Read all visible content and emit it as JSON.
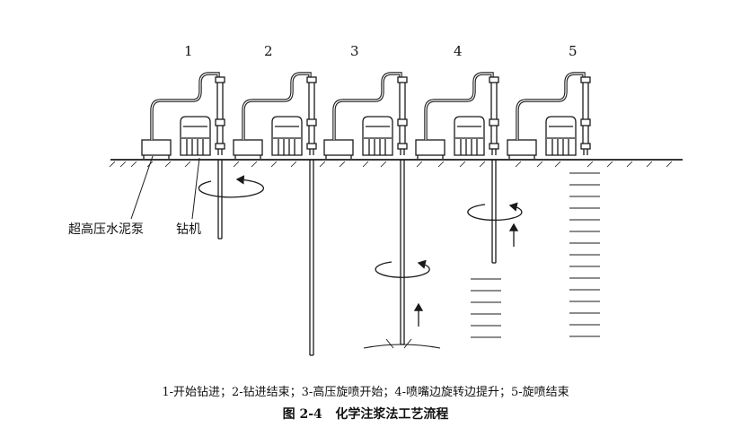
{
  "figure": {
    "step_numbers": [
      "1",
      "2",
      "3",
      "4",
      "5"
    ],
    "callouts": {
      "pump": "超高压水泥泵",
      "drill": "钻机"
    },
    "legend_text": "1-开始钻进；2-钻进结束；3-高压旋喷开始；4-喷嘴边旋转边提升；5-旋喷结束",
    "caption": "图 2-4   化学注浆法工艺流程"
  },
  "colors": {
    "line": "#1a1a1a",
    "background": "#ffffff"
  },
  "icons": {
    "rotation": "rotation-arrow-icon",
    "lift": "up-arrow-icon"
  }
}
